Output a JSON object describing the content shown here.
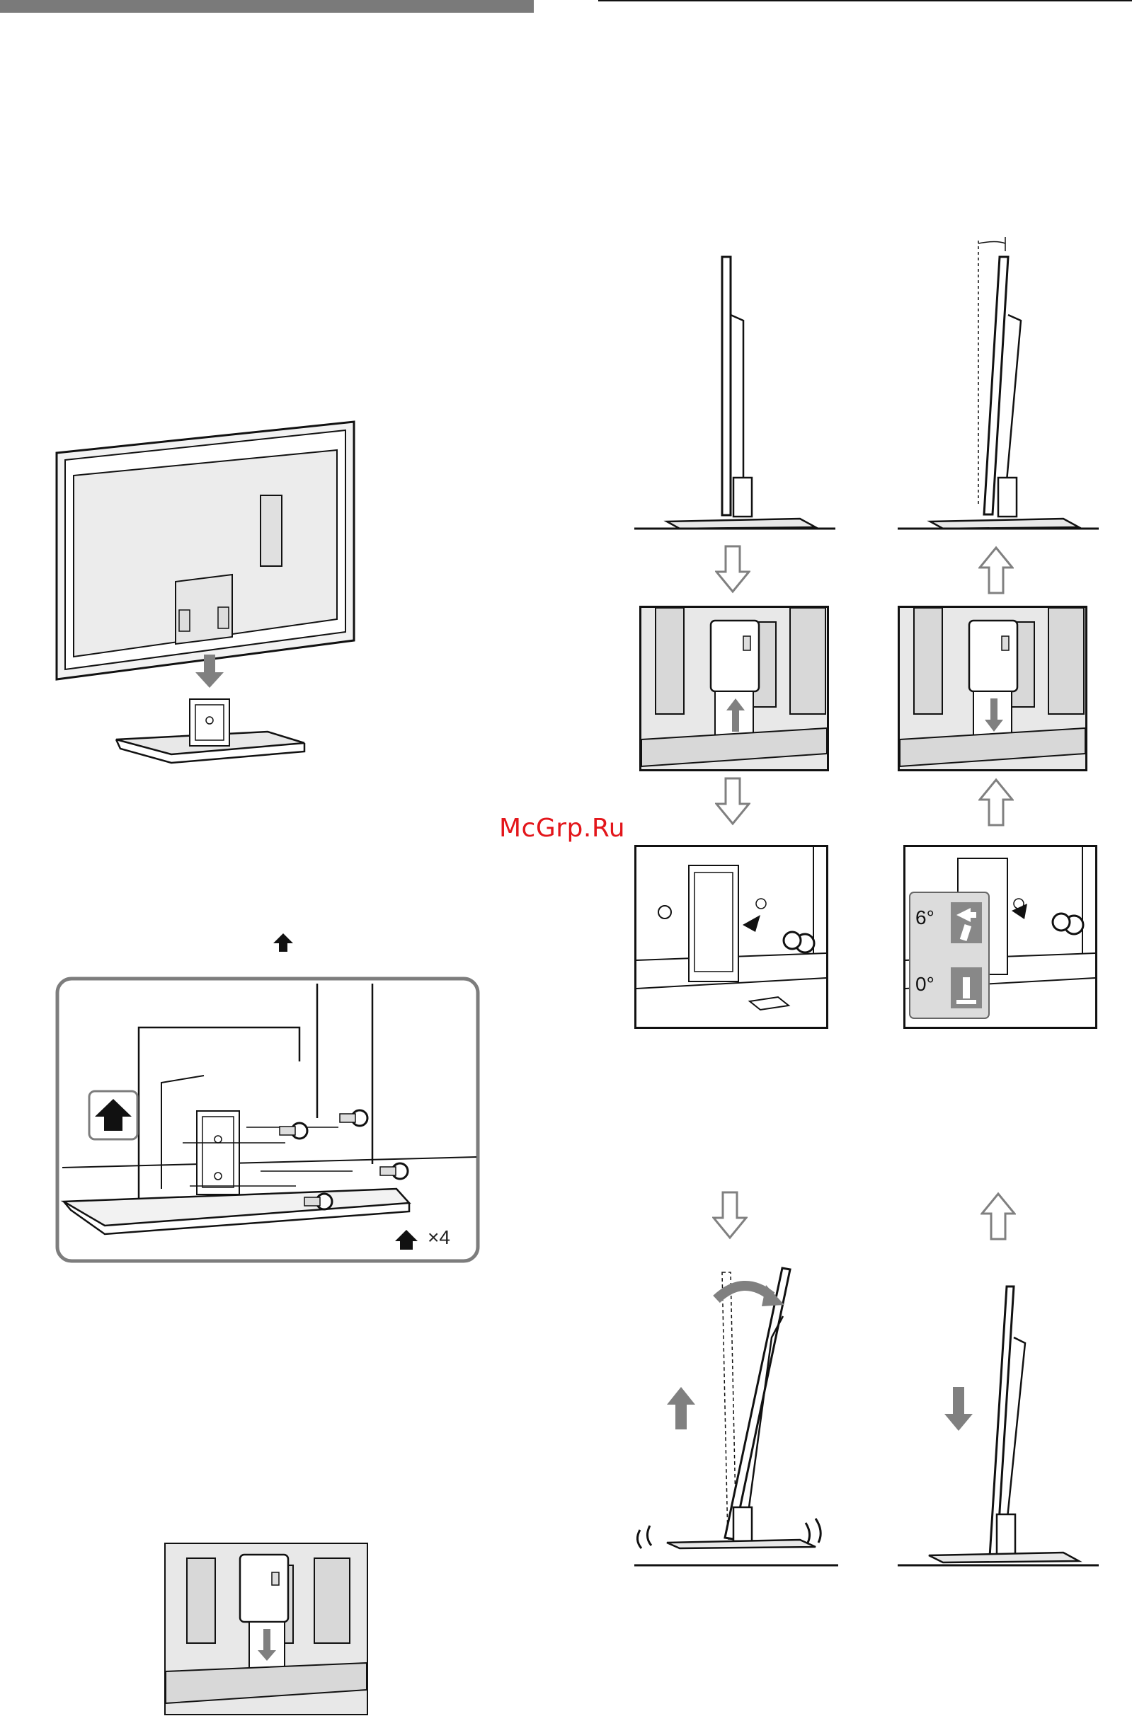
{
  "page": {
    "watermark": "McGrp.Ru",
    "screw_count_label": "×4",
    "angle_labels": {
      "tilted": "6°",
      "upright": "0°"
    }
  },
  "colors": {
    "header_bar": "#7a7a7a",
    "line": "#111111",
    "arrow_fill": "#808080",
    "panel_fill": "#e8e8e8",
    "watermark": "#e3161b"
  },
  "icons": [
    "arrow-down-outline-icon",
    "arrow-up-outline-icon",
    "arrow-up-solid-icon",
    "arrow-down-solid-icon",
    "rotate-arrow-icon",
    "screw-icon",
    "tv-side-view-icon",
    "tv-rear-view-icon",
    "stand-bracket-icon"
  ]
}
